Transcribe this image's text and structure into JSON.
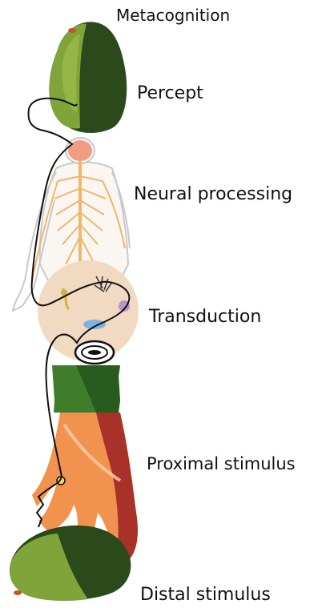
{
  "labels": {
    "metacognition": "Metacognition",
    "percept": "Percept",
    "neural_processing": "Neural processing",
    "transduction": "Transduction",
    "proximal_stimulus": "Proximal stimulus",
    "distal_stimulus": "Distal stimulus"
  },
  "colors": {
    "avocado_dark": "#2a4a1c",
    "avocado_light": "#7fa43a",
    "skin": "#f6c9a1",
    "nerve": "#f0b66a",
    "brain": "#f19d82",
    "disc": "#f2d9c2",
    "sleeve": "#3f7d2d",
    "hand_red": "#a8312a",
    "hand_orange": "#f2924f",
    "wire": "#111111"
  }
}
